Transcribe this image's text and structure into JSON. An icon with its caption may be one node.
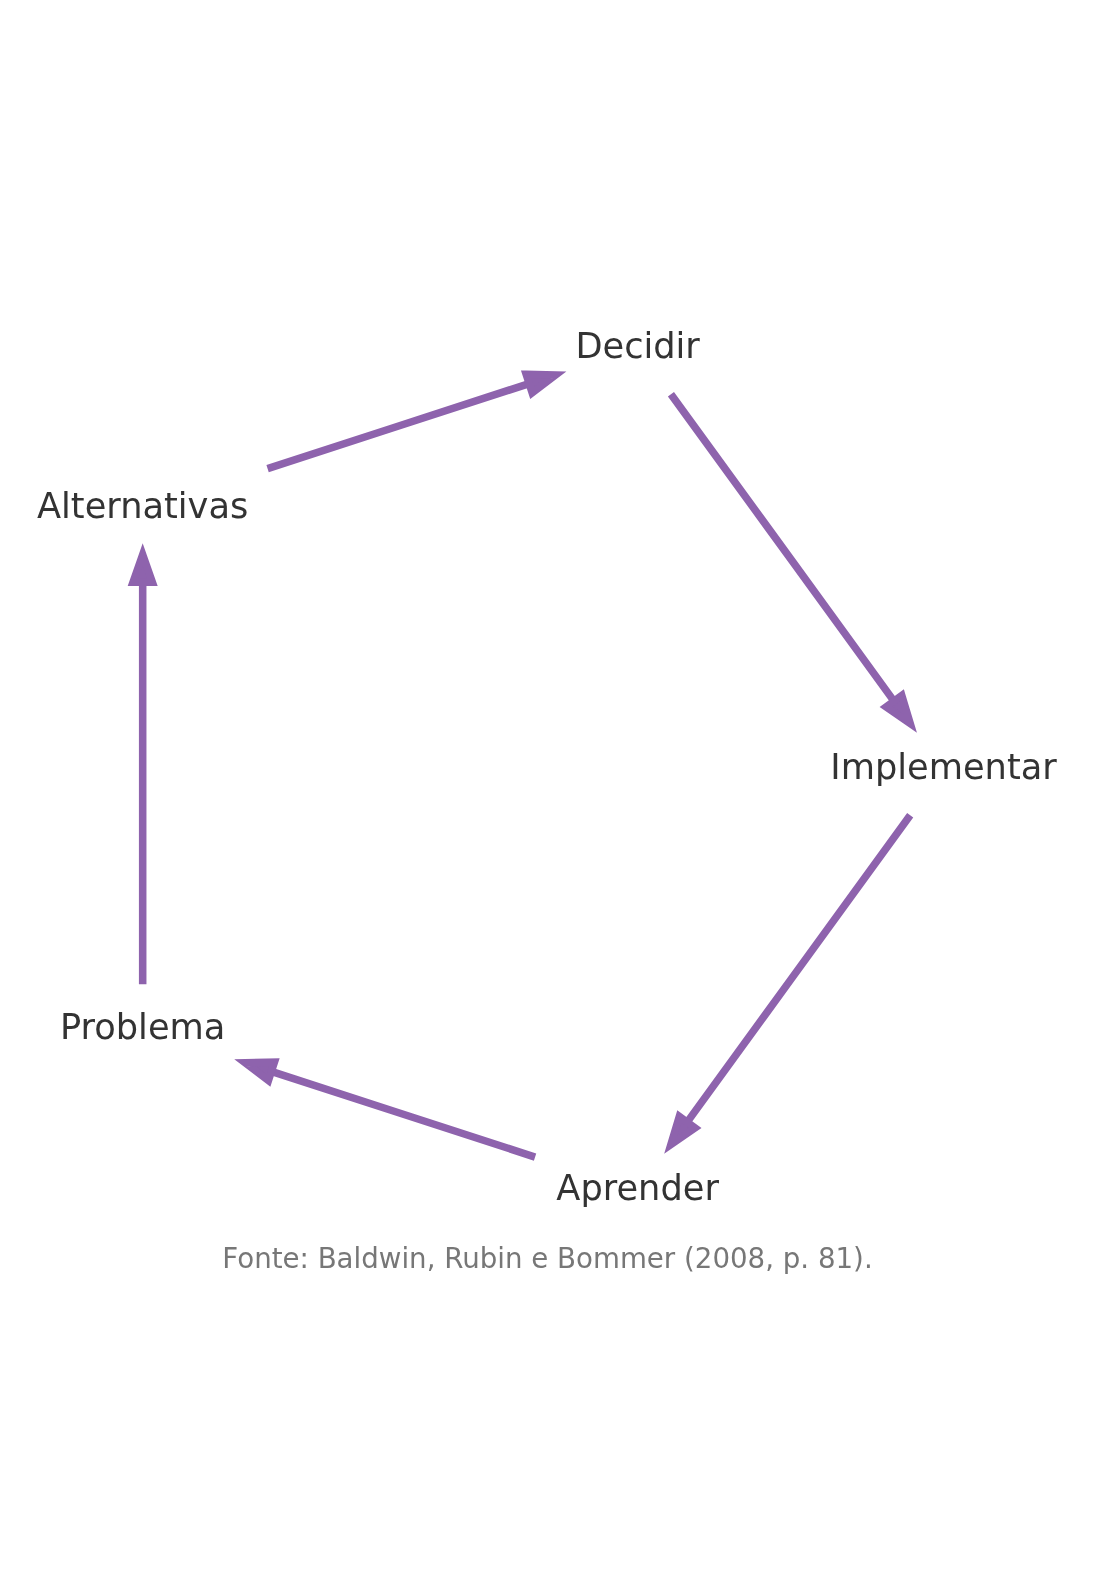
{
  "diagram": {
    "caption": "Fonte: Baldwin, Rubin e Bommer (2008, p. 81).",
    "nodes": [
      {
        "text": [
          "Aprender"
        ]
      },
      {
        "text": [
          "Problema"
        ]
      },
      {
        "text": [
          "Alternativas"
        ]
      },
      {
        "text": [
          "Decidir"
        ]
      },
      {
        "text": [
          "Implementar"
        ]
      }
    ],
    "edges": [
      {
        "from": 0,
        "to": 1,
        "arrow": "to"
      },
      {
        "from": 1,
        "to": 2,
        "arrow": "to"
      },
      {
        "from": 2,
        "to": 3,
        "arrow": "to"
      },
      {
        "from": 3,
        "to": 4,
        "arrow": "to"
      },
      {
        "from": 4,
        "to": 0,
        "arrow": "to"
      }
    ]
  }
}
